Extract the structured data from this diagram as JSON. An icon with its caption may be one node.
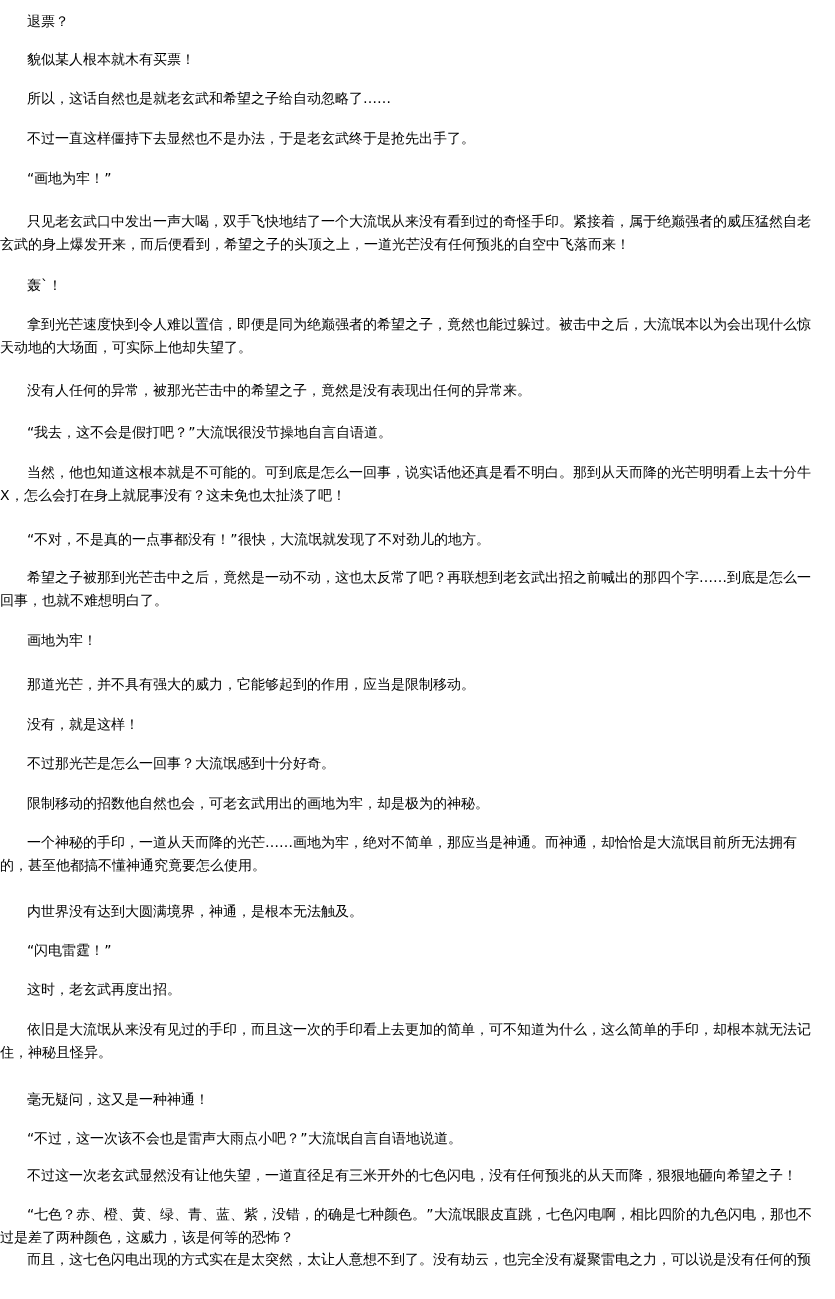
{
  "diagram": {
    "labels": [
      "退票？",
      "貌似某人根本就木有买票！",
      "所以，这话自然也是就老玄武和希望之子给自动忽略了……",
      "不过一直这样僵持下去显然也不是办法，于是老玄武终于是抢先出手了。",
      "“画地为牢！”",
      "只见老玄武口中发出一声大喝，双手飞快地结了一个大流氓从来没有看到过的奇怪手印。紧接着，属于绝巅强者的威压猛然自老玄武的身上爆发开来，而后便看到，希望之子的头顶之上，一道光芒没有任何预兆的自空中飞落而来！",
      "轰`！",
      "拿到光芒速度快到令人难以置信，即便是同为绝巅强者的希望之子，竟然也能过躲过。被击中之后，大流氓本以为会出现什么惊天动地的大场面，可实际上他却失望了。",
      "没有人任何的异常，被那光芒击中的希望之子，竟然是没有表现出任何的异常来。",
      "“我去，这不会是假打吧？”大流氓很没节操地自言自语道。",
      "当然，他也知道这根本就是不可能的。可到底是怎么一回事，说实话他还真是看不明白。那到从天而降的光芒明明看上去十分牛X，怎么会打在身上就屁事没有？这未免也太扯淡了吧！",
      "“不对，不是真的一点事都没有！”很快，大流氓就发现了不对劲儿的地方。",
      "希望之子被那到光芒击中之后，竟然是一动不动，这也太反常了吧？再联想到老玄武出招之前喊出的那四个字……到底是怎么一回事，也就不难想明白了。",
      "画地为牢！",
      "那道光芒，并不具有强大的威力，它能够起到的作用，应当是限制移动。",
      "没有，就是这样！",
      "不过那光芒是怎么一回事？大流氓感到十分好奇。",
      "限制移动的招数他自然也会，可老玄武用出的画地为牢，却是极为的神秘。",
      "一个神秘的手印，一道从天而降的光芒……画地为牢，绝对不简单，那应当是神通。而神通，却恰恰是大流氓目前所无法拥有的，甚至他都搞不懂神通究竟要怎么使用。",
      "内世界没有达到大圆满境界，神通，是根本无法触及。",
      "“闪电雷霆！”",
      "这时，老玄武再度出招。",
      "依旧是大流氓从来没有见过的手印，而且这一次的手印看上去更加的简单，可不知道为什么，这么简单的手印，却根本就无法记住，神秘且怪异。",
      "毫无疑问，这又是一种神通！",
      "“不过，这一次该不会也是雷声大雨点小吧？”大流氓自言自语地说道。",
      "不过这一次老玄武显然没有让他失望，一道直径足有三米开外的七色闪电，没有任何预兆的从天而降，狠狠地砸向希望之子！",
      "“七色？赤、橙、黄、绿、青、蓝、紫，没错，的确是七种颜色。”大流氓眼皮直跳，七色闪电啊，相比四阶的九色闪电，那也不过是差了两种颜色，这威力，该是何等的恐怖？",
      "而且，这七色闪电出现的方式实在是太突然，太让人意想不到了。没有劫云，也完全没有凝聚雷电之力，可以说是没有任何的预"
    ]
  }
}
